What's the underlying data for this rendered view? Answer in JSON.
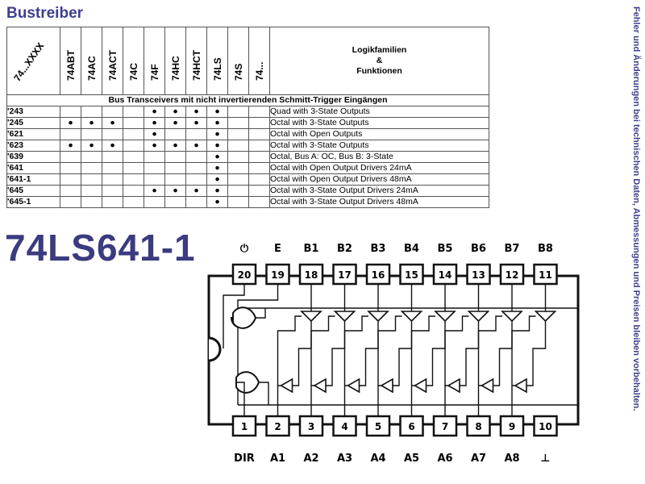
{
  "header": {
    "title": "Bustreiber"
  },
  "side_note": "Fehler und Änderungen bei technischen Daten, Abmessungen und Preisen bleiben vorbehalten.",
  "table": {
    "corner_label": "74...XXXX",
    "families": [
      "74ABT",
      "74AC",
      "74ACT",
      "74C",
      "74F",
      "74HC",
      "74HCT",
      "74LS",
      "74S",
      "74..."
    ],
    "function_header": [
      "Logikfamilien",
      "&",
      "Funktionen"
    ],
    "section_title": "Bus Transceivers mit nicht invertierenden Schmitt-Trigger Eingängen",
    "dot_symbol": "●",
    "rows": [
      {
        "code": "'243",
        "dots": [
          0,
          0,
          0,
          0,
          1,
          1,
          1,
          1,
          0,
          0
        ],
        "function": "Quad with 3-State Outputs"
      },
      {
        "code": "'245",
        "dots": [
          1,
          1,
          1,
          0,
          1,
          1,
          1,
          1,
          0,
          0
        ],
        "function": "Octal with 3-State Outputs"
      },
      {
        "code": "'621",
        "dots": [
          0,
          0,
          0,
          0,
          1,
          0,
          0,
          1,
          0,
          0
        ],
        "function": "Octal with Open Outputs"
      },
      {
        "code": "'623",
        "dots": [
          1,
          1,
          1,
          0,
          1,
          1,
          1,
          1,
          0,
          0
        ],
        "function": "Octal with 3-State Outputs"
      },
      {
        "code": "'639",
        "dots": [
          0,
          0,
          0,
          0,
          0,
          0,
          0,
          1,
          0,
          0
        ],
        "function": "Octal, Bus A: OC, Bus B: 3-State"
      },
      {
        "code": "'641",
        "dots": [
          0,
          0,
          0,
          0,
          0,
          0,
          0,
          1,
          0,
          0
        ],
        "function": "Octal with Open Output Drivers 24mA"
      },
      {
        "code": "'641-1",
        "dots": [
          0,
          0,
          0,
          0,
          0,
          0,
          0,
          1,
          0,
          0
        ],
        "function": "Octal with Open Output Drivers 48mA"
      },
      {
        "code": "'645",
        "dots": [
          0,
          0,
          0,
          0,
          1,
          1,
          1,
          1,
          0,
          0
        ],
        "function": "Octal with 3-State Output Drivers 24mA"
      },
      {
        "code": "'645-1",
        "dots": [
          0,
          0,
          0,
          0,
          0,
          0,
          0,
          1,
          0,
          0
        ],
        "function": "Octal with 3-State Output Drivers 48mA"
      }
    ]
  },
  "part_number": "74LS641-1",
  "pinout": {
    "top_numbers": [
      "20",
      "19",
      "18",
      "17",
      "16",
      "15",
      "14",
      "13",
      "12",
      "11"
    ],
    "top_labels": [
      "⏻",
      "E",
      "B1",
      "B2",
      "B3",
      "B4",
      "B5",
      "B6",
      "B7",
      "B8"
    ],
    "bottom_numbers": [
      "1",
      "2",
      "3",
      "4",
      "5",
      "6",
      "7",
      "8",
      "9",
      "10"
    ],
    "bottom_labels": [
      "DIR",
      "A1",
      "A2",
      "A3",
      "A4",
      "A5",
      "A6",
      "A7",
      "A8",
      "⊥"
    ]
  }
}
